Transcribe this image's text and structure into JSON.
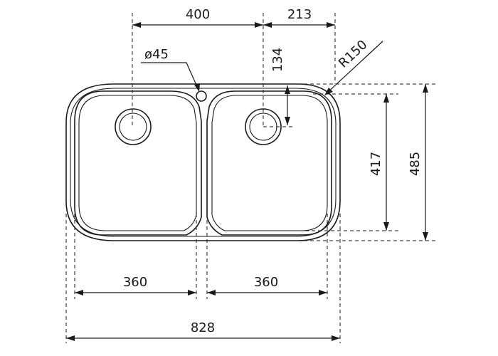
{
  "dimensions": {
    "left_bowl_center_to_right_bowl_center": "400",
    "right_bowl_center_to_edge": "213",
    "overflow_diameter": "ø45",
    "drain_offset_from_top": "134",
    "corner_radius": "R150",
    "bowl_depth": "417",
    "overall_depth": "485",
    "left_bowl_width": "360",
    "right_bowl_width": "360",
    "overall_width": "828"
  },
  "colors": {
    "line": "#1a1a1a",
    "background": "#ffffff"
  }
}
